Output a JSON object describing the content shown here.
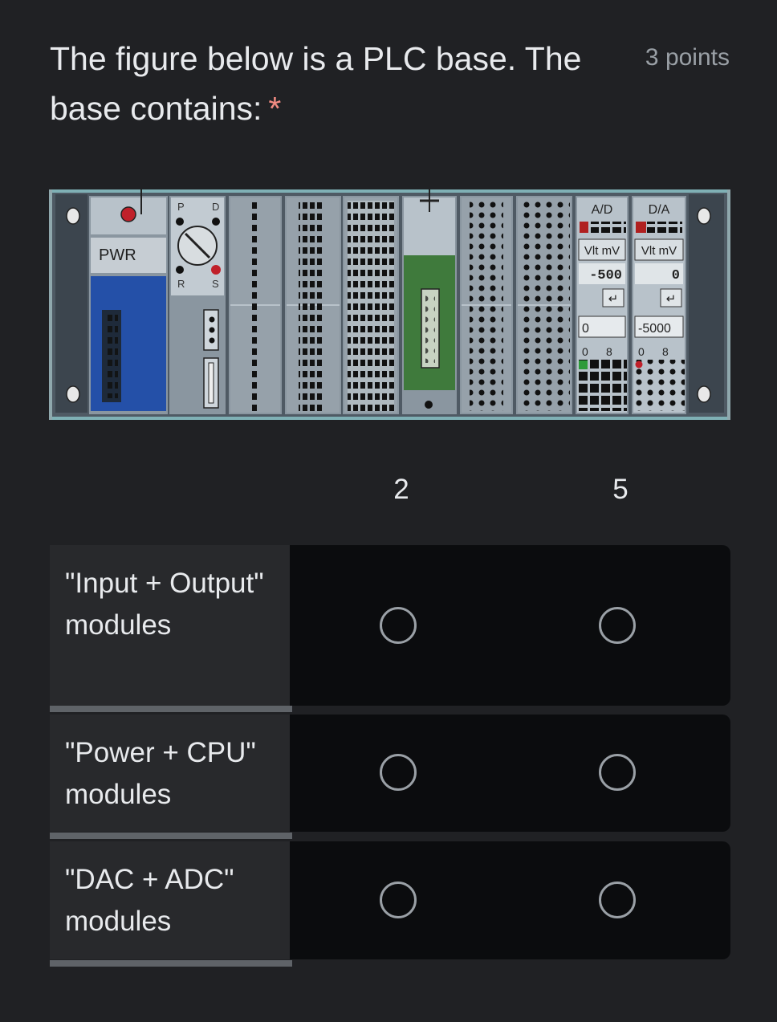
{
  "question": {
    "title": "The figure below is a PLC base. The base contains:",
    "required_mark": "*",
    "points": "3 points"
  },
  "figure": {
    "power_module_label": "PWR",
    "cpu_labels": {
      "top_left": "P",
      "top_right": "D",
      "bottom_left": "R",
      "bottom_right": "S"
    },
    "ad_module": {
      "title": "A/D",
      "units": "Vlt mV",
      "value": "-500",
      "enter_symbol": "↵",
      "field": "0",
      "scale_low": "0",
      "scale_high": "8"
    },
    "da_module": {
      "title": "D/A",
      "units": "Vlt mV",
      "value": "0",
      "enter_symbol": "↵",
      "field": "-5000",
      "scale_low": "0",
      "scale_high": "8"
    }
  },
  "columns": [
    "2",
    "5"
  ],
  "rows": [
    {
      "label": "\"Input + Output\" modules"
    },
    {
      "label": "\"Power + CPU\" modules"
    },
    {
      "label": "\"DAC + ADC\" modules"
    }
  ]
}
